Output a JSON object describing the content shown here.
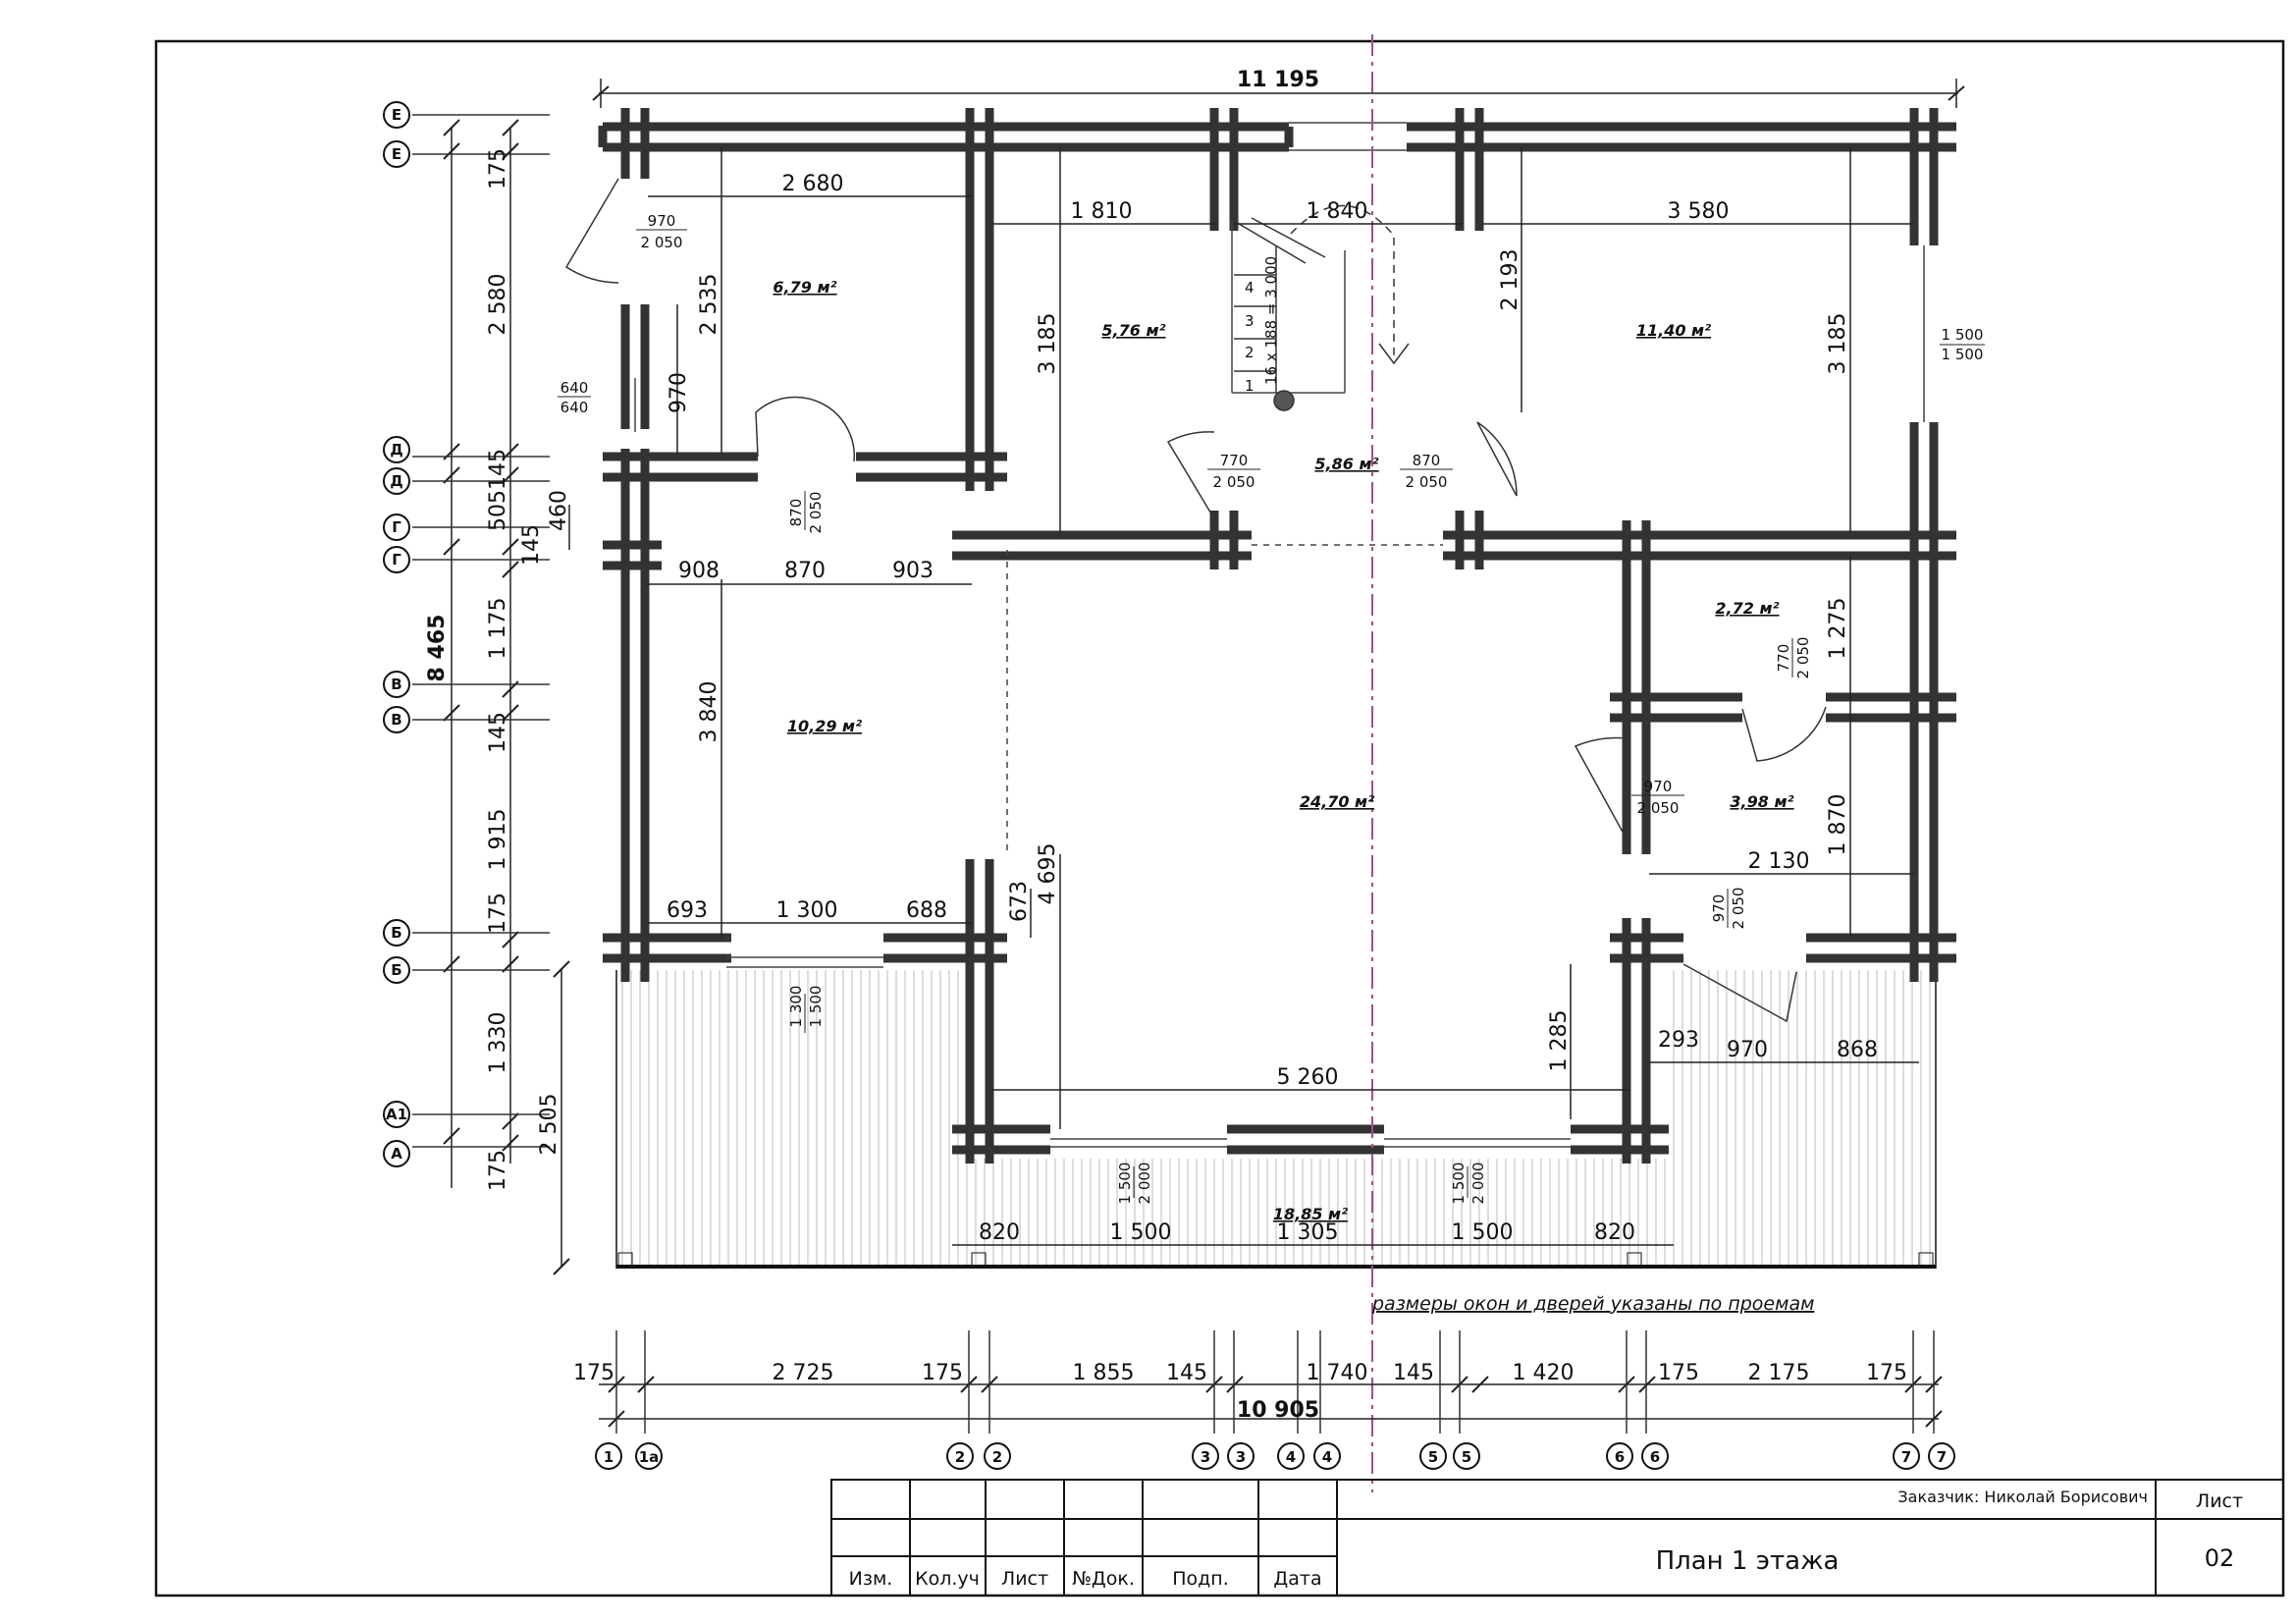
{
  "drawing": {
    "overall_width": "11 195",
    "overall_height": "8 465",
    "bottom_total": "10 905",
    "note": "размеры окон и дверей указаны по проемам"
  },
  "rooms": [
    {
      "id": "r1",
      "area": "6,79 м²"
    },
    {
      "id": "r2",
      "area": "5,76 м²"
    },
    {
      "id": "r3",
      "area": "5,86 м²"
    },
    {
      "id": "r4",
      "area": "11,40 м²"
    },
    {
      "id": "r5",
      "area": "10,29 м²"
    },
    {
      "id": "r6",
      "area": "24,70 м²"
    },
    {
      "id": "r7",
      "area": "2,72 м²"
    },
    {
      "id": "r8",
      "area": "3,98 м²"
    },
    {
      "id": "r9",
      "area": "18,85 м²"
    }
  ],
  "openings": {
    "d1": [
      "970",
      "2 050"
    ],
    "w1": [
      "640",
      "640"
    ],
    "d2": [
      "870",
      "2 050"
    ],
    "d3": [
      "770",
      "2 050"
    ],
    "d4": [
      "870",
      "2 050"
    ],
    "w2": [
      "1 500",
      "1 500"
    ],
    "d5": [
      "770",
      "2 050"
    ],
    "d6": [
      "970",
      "2 050"
    ],
    "d7": [
      "970",
      "2 050"
    ],
    "w3": [
      "1 300",
      "1 500"
    ],
    "w4": [
      "1 500",
      "2 000"
    ],
    "w5": [
      "1 500",
      "2 000"
    ]
  },
  "stair": {
    "steps": [
      "1",
      "2",
      "3",
      "4"
    ],
    "label": "16 x 188 = 3 000"
  },
  "dims": {
    "d2680": "2 680",
    "d1810": "1 810",
    "d1840": "1 840",
    "d3580": "3 580",
    "v2535": "2 535",
    "v970": "970",
    "v3185a": "3 185",
    "v2193": "2 193",
    "v3185b": "3 185",
    "v460": "460",
    "d908": "908",
    "d870": "870",
    "d903": "903",
    "v3840": "3 840",
    "v4695": "4 695",
    "v673": "673",
    "d693": "693",
    "d1300": "1 300",
    "d688": "688",
    "v1275": "1 275",
    "v1870": "1 870",
    "d2130": "2 130",
    "v1285": "1 285",
    "d293": "293",
    "d970b": "970",
    "d868": "868",
    "d5260": "5 260",
    "d820a": "820",
    "d1500a": "1 500",
    "d1305": "1 305",
    "d1500b": "1 500",
    "d820b": "820"
  },
  "left_chain": [
    "175",
    "2 580",
    "145",
    "505",
    "145",
    "1 175",
    "145",
    "1 915",
    "175",
    "1 330",
    "175"
  ],
  "left_extra": "2 505",
  "bottom_chain": [
    "175",
    "2 725",
    "175",
    "1 855",
    "145",
    "1 740",
    "145",
    "1 420",
    "175",
    "2 175",
    "175"
  ],
  "left_axes": [
    "Е",
    "Е",
    "Д",
    "Д",
    "Г",
    "Г",
    "В",
    "В",
    "Б",
    "Б",
    "А1",
    "А"
  ],
  "bottom_axes": [
    "1",
    "1а",
    "2",
    "2",
    "3",
    "3",
    "4",
    "4",
    "5",
    "5",
    "6",
    "6",
    "7",
    "7"
  ],
  "title_block": {
    "customer": "Заказчик: Николай Борисович",
    "sheet_label": "Лист",
    "sheet_no": "02",
    "title": "План 1 этажа",
    "cols": [
      "Изм.",
      "Кол.уч",
      "Лист",
      "№Док.",
      "Подп.",
      "Дата"
    ]
  }
}
